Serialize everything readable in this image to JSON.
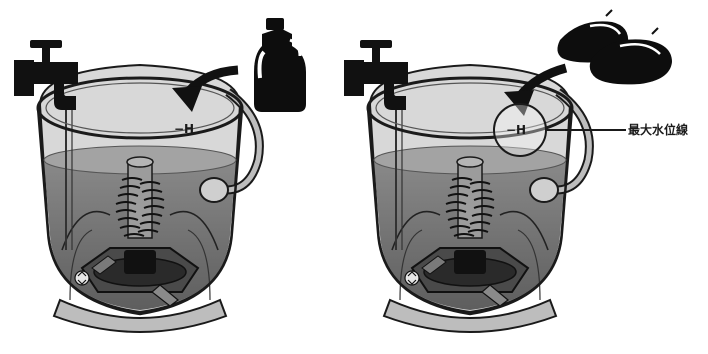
{
  "panels": [
    {
      "id": "left",
      "level_mark": "−H",
      "added_item_icon": "detergent-bottle-icon"
    },
    {
      "id": "right",
      "level_mark": "−H",
      "added_item_icon": "slippers-icon"
    }
  ],
  "callout": {
    "label": "最大水位線"
  },
  "colors": {
    "outline": "#1a1a1a",
    "water": "#6f6f6f",
    "tank_body": "#8a8a8a",
    "black_object": "#0d0d0d"
  }
}
